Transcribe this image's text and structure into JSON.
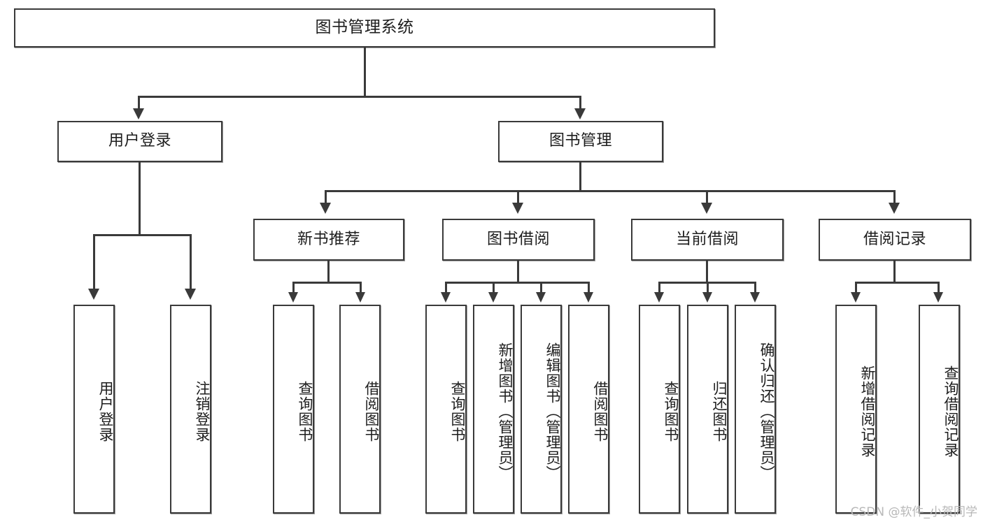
{
  "diagram": {
    "type": "tree-hierarchy",
    "root": {
      "label": "图书管理系统"
    },
    "level2": [
      {
        "label": "用户登录"
      },
      {
        "label": "图书管理"
      }
    ],
    "level3": [
      {
        "label": "新书推荐"
      },
      {
        "label": "图书借阅"
      },
      {
        "label": "当前借阅"
      },
      {
        "label": "借阅记录"
      }
    ],
    "leaves": {
      "user_login": [
        {
          "label": "用户登录"
        },
        {
          "label": "注销登录"
        }
      ],
      "new_book_recommend": [
        {
          "label": "查询图书"
        },
        {
          "label": "借阅图书"
        }
      ],
      "book_borrow": [
        {
          "label": "查询图书"
        },
        {
          "label": "新增图书（管理员）"
        },
        {
          "label": "编辑图书（管理员）"
        },
        {
          "label": "借阅图书"
        }
      ],
      "current_borrow": [
        {
          "label": "查询图书"
        },
        {
          "label": "归还图书"
        },
        {
          "label": "确认归还（管理员）"
        }
      ],
      "borrow_record": [
        {
          "label": "新增借阅记录"
        },
        {
          "label": "查询借阅记录"
        }
      ]
    }
  },
  "watermark": {
    "text": "CSDN @软件_小贺同学"
  },
  "colors": {
    "border": "#3a3a3a",
    "background": "#ffffff",
    "text": "#1d1d1d",
    "watermark": "#b8b8b8"
  }
}
